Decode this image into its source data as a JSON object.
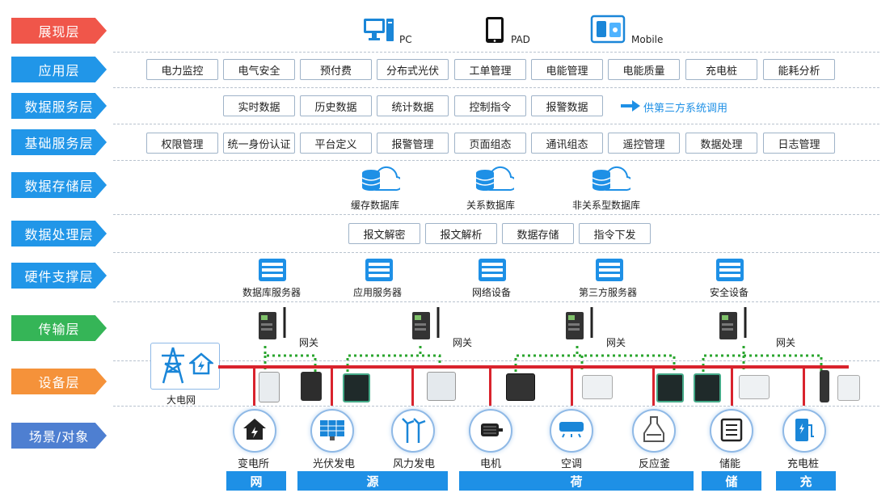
{
  "layers": [
    {
      "label": "展现层",
      "color": "#f0564a"
    },
    {
      "label": "应用层",
      "color": "#2196e8"
    },
    {
      "label": "数据服务层",
      "color": "#2196e8"
    },
    {
      "label": "基础服务层",
      "color": "#2196e8"
    },
    {
      "label": "数据存储层",
      "color": "#2196e8"
    },
    {
      "label": "数据处理层",
      "color": "#2196e8"
    },
    {
      "label": "硬件支撑层",
      "color": "#2196e8"
    },
    {
      "label": "传输层",
      "color": "#35b557"
    },
    {
      "label": "设备层",
      "color": "#f5923a"
    },
    {
      "label": "场景/对象",
      "color": "#4e7fd1"
    }
  ],
  "presentation": [
    "PC",
    "PAD",
    "Mobile"
  ],
  "application": [
    "电力监控",
    "电气安全",
    "预付费",
    "分布式光伏",
    "工单管理",
    "电能管理",
    "电能质量",
    "充电桩",
    "能耗分析"
  ],
  "data_service": [
    "实时数据",
    "历史数据",
    "统计数据",
    "控制指令",
    "报警数据"
  ],
  "third_party": "供第三方系统调用",
  "basic_service": [
    "权限管理",
    "统一身份认证",
    "平台定义",
    "报警管理",
    "页面组态",
    "通讯组态",
    "遥控管理",
    "数据处理",
    "日志管理"
  ],
  "storage": [
    "缓存数据库",
    "关系数据库",
    "非关系型数据库"
  ],
  "processing": [
    "报文解密",
    "报文解析",
    "数据存储",
    "指令下发"
  ],
  "hardware": [
    "数据库服务器",
    "应用服务器",
    "网络设备",
    "第三方服务器",
    "安全设备"
  ],
  "gateway": "网关",
  "grid": "大电网",
  "scenes": [
    "变电所",
    "光伏发电",
    "风力发电",
    "电机",
    "空调",
    "反应釜",
    "储能",
    "充电桩"
  ],
  "bottom_bars": [
    "网",
    "源",
    "荷",
    "储",
    "充"
  ],
  "colors": {
    "accent": "#1e90e6",
    "bus": "#d9232d",
    "link": "#2aa52e"
  }
}
